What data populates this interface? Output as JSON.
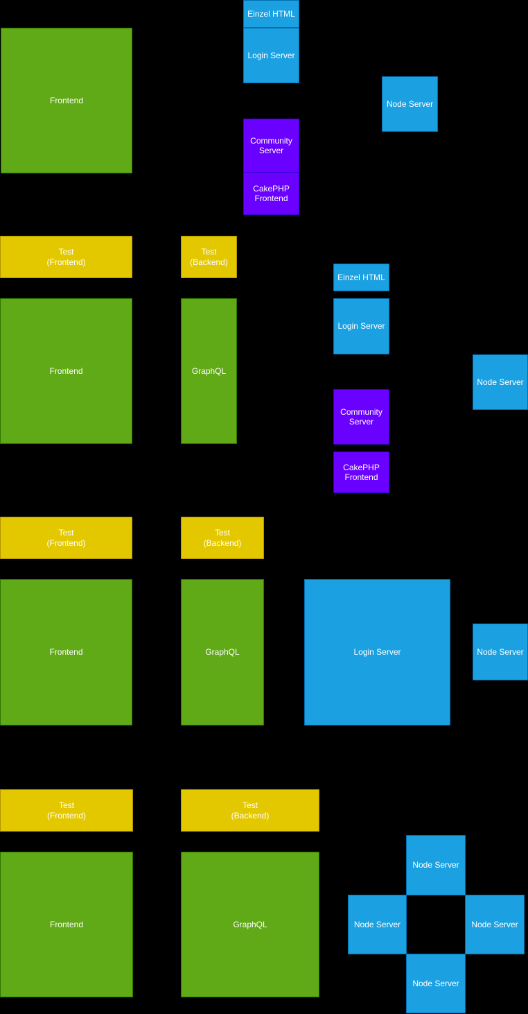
{
  "diagram": {
    "background": "#000000",
    "text_color": "#FFFFFF",
    "palette": {
      "green": {
        "fill": "#60A917",
        "stroke": "#2D7600"
      },
      "blue": {
        "fill": "#1BA1E2",
        "stroke": "#006EAF"
      },
      "purple": {
        "fill": "#6A00FF",
        "stroke": "#3700CC"
      },
      "yellow": {
        "fill": "#E3C800",
        "stroke": "#B09500"
      }
    },
    "stages": [
      {
        "boxes": [
          {
            "label": "Frontend",
            "color": "green"
          },
          {
            "label": "Einzel HTML",
            "color": "blue"
          },
          {
            "label": "Login Server",
            "color": "blue"
          },
          {
            "label": "Community\nServer",
            "color": "purple"
          },
          {
            "label": "CakePHP\nFrontend",
            "color": "purple"
          },
          {
            "label": "Node Server",
            "color": "blue"
          }
        ]
      },
      {
        "boxes": [
          {
            "label": "Test\n(Frontend)",
            "color": "yellow"
          },
          {
            "label": "Test\n(Backend)",
            "color": "yellow"
          },
          {
            "label": "Frontend",
            "color": "green"
          },
          {
            "label": "GraphQL",
            "color": "green"
          },
          {
            "label": "Einzel HTML",
            "color": "blue"
          },
          {
            "label": "Login Server",
            "color": "blue"
          },
          {
            "label": "Community\nServer",
            "color": "purple"
          },
          {
            "label": "CakePHP\nFrontend",
            "color": "purple"
          },
          {
            "label": "Node Server",
            "color": "blue"
          }
        ]
      },
      {
        "boxes": [
          {
            "label": "Test\n(Frontend)",
            "color": "yellow"
          },
          {
            "label": "Test\n(Backend)",
            "color": "yellow"
          },
          {
            "label": "Frontend",
            "color": "green"
          },
          {
            "label": "GraphQL",
            "color": "green"
          },
          {
            "label": "Login Server",
            "color": "blue"
          },
          {
            "label": "Node Server",
            "color": "blue"
          }
        ]
      },
      {
        "boxes": [
          {
            "label": "Test\n(Frontend)",
            "color": "yellow"
          },
          {
            "label": "Test\n(Backend)",
            "color": "yellow"
          },
          {
            "label": "Frontend",
            "color": "green"
          },
          {
            "label": "GraphQL",
            "color": "green"
          },
          {
            "label": "Node Server",
            "color": "blue"
          },
          {
            "label": "Node Server",
            "color": "blue"
          },
          {
            "label": "Node Server",
            "color": "blue"
          },
          {
            "label": "Node Server",
            "color": "blue"
          }
        ]
      }
    ]
  }
}
